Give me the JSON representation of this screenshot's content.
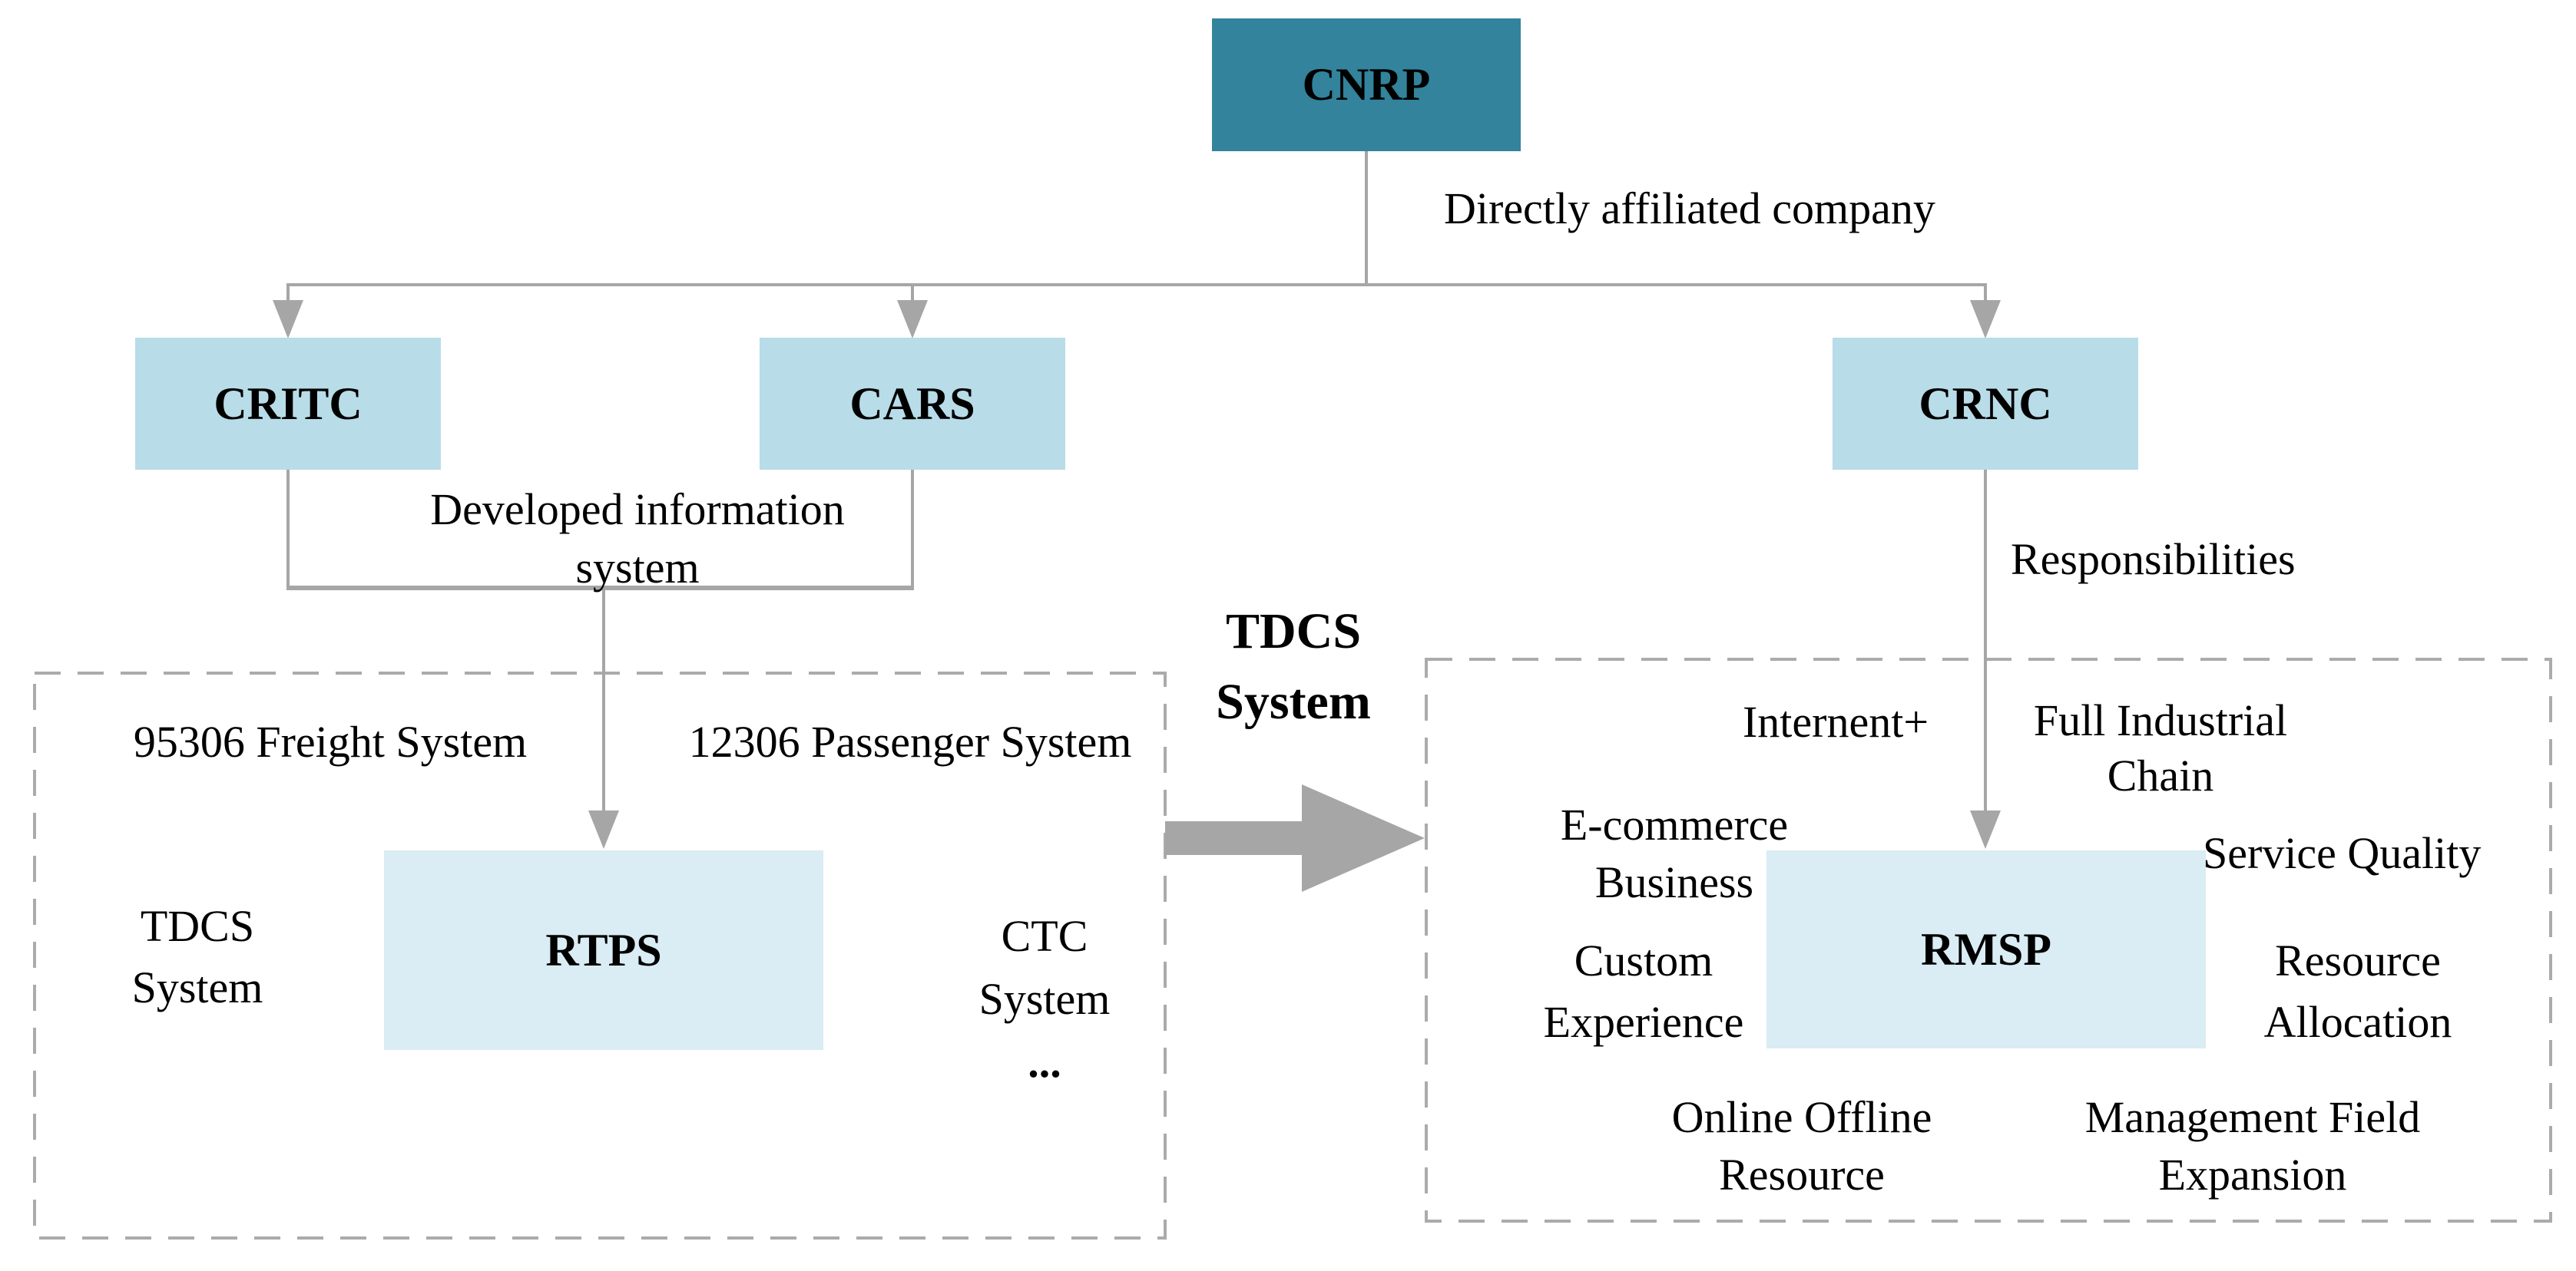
{
  "figure": {
    "description": "Railway organization and information-system evolution diagram",
    "colors": {
      "root_box_fill": "#32839B",
      "company_box_fill": "#B8DCE8",
      "system_box_fill": "#DAECF4",
      "connector": "#A6A6A6",
      "dashed_border": "#ABABAB",
      "text": "#000000",
      "background": "#FFFFFF"
    },
    "org": {
      "root": "CNRP",
      "root_edge_label": "Directly affiliated company",
      "subsidiaries": [
        "CRITC",
        "CARS",
        "CRNC"
      ],
      "developed_edge_label": {
        "line1": "Developed information",
        "line2": "system"
      },
      "responsibilities_edge_label": "Responsibilities"
    },
    "transition_label": {
      "line1": "TDCS",
      "line2": "System"
    },
    "tdcs_panel": {
      "freight_system": "95306 Freight System",
      "passenger_system": "12306 Passenger System",
      "tdcs_system": {
        "line1": "TDCS",
        "line2": "System"
      },
      "center_box": "RTPS",
      "ctc_system": {
        "line1": "CTC",
        "line2": "System",
        "line3": "..."
      }
    },
    "rmsp_panel": {
      "internet_plus": "Internent+",
      "full_industrial_chain": {
        "line1": "Full Industrial",
        "line2": "Chain"
      },
      "ecommerce_business": {
        "line1": "E-commerce",
        "line2": "Business"
      },
      "service_quality": "Service Quality",
      "custom_experience": {
        "line1": "Custom",
        "line2": "Experience"
      },
      "center_box": "RMSP",
      "resource_allocation": {
        "line1": "Resource",
        "line2": "Allocation"
      },
      "online_offline_resource": {
        "line1": "Online Offline",
        "line2": "Resource"
      },
      "management_field_expansion": {
        "line1": "Management Field",
        "line2": "Expansion"
      }
    }
  }
}
